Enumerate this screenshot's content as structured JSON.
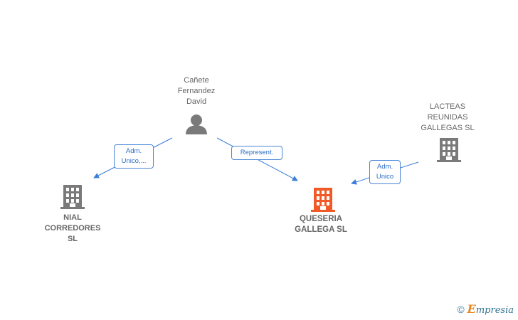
{
  "nodes": {
    "person": {
      "name": "Cañete\nFernandez\nDavid",
      "icon": "person-icon"
    },
    "lacteas": {
      "name": "LACTEAS\nREUNIDAS\nGALLEGAS  SL",
      "icon": "building-icon"
    },
    "nial": {
      "name": "NIAL\nCORREDORES\nSL",
      "icon": "building-icon"
    },
    "queseria": {
      "name": "QUESERIA\nGALLEGA  SL",
      "icon": "building-icon"
    }
  },
  "edges": {
    "person_to_nial": {
      "label": "Adm.\nUnico,..."
    },
    "person_to_queseria": {
      "label": "Represent."
    },
    "lacteas_to_queseria": {
      "label": "Adm.\nUnico"
    }
  },
  "colors": {
    "focus_node": "#f05a28",
    "node": "#7a7a7a",
    "edge": "#3b7dd8"
  },
  "footer": {
    "copyright": "©",
    "brand_initial": "E",
    "brand_rest": "mpresia"
  }
}
